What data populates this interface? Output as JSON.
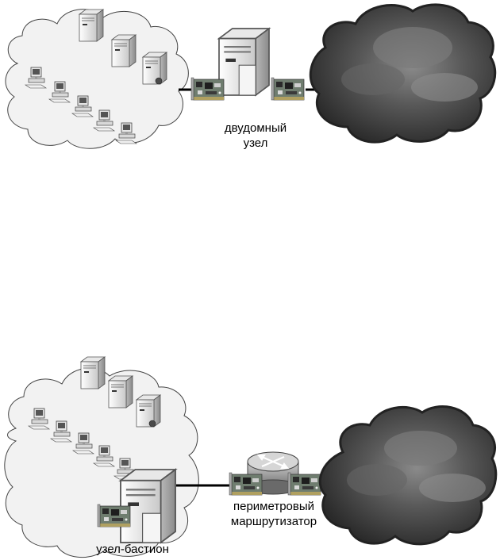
{
  "diagram_top": {
    "gateway_label_line1": "двудомный",
    "gateway_label_line2": "узел"
  },
  "diagram_bottom": {
    "router_label_line1": "периметровый",
    "router_label_line2": "маршрутизатор",
    "bastion_label": "узел-бастион"
  },
  "colors": {
    "cloud_light_fill": "#f2f2f2",
    "cloud_outline": "#444444",
    "dark_cloud": "#3a3a3a",
    "link": "#000000"
  },
  "icons": [
    "server-icon",
    "workstation-icon",
    "network-card-icon",
    "router-icon",
    "internet-cloud-icon"
  ]
}
